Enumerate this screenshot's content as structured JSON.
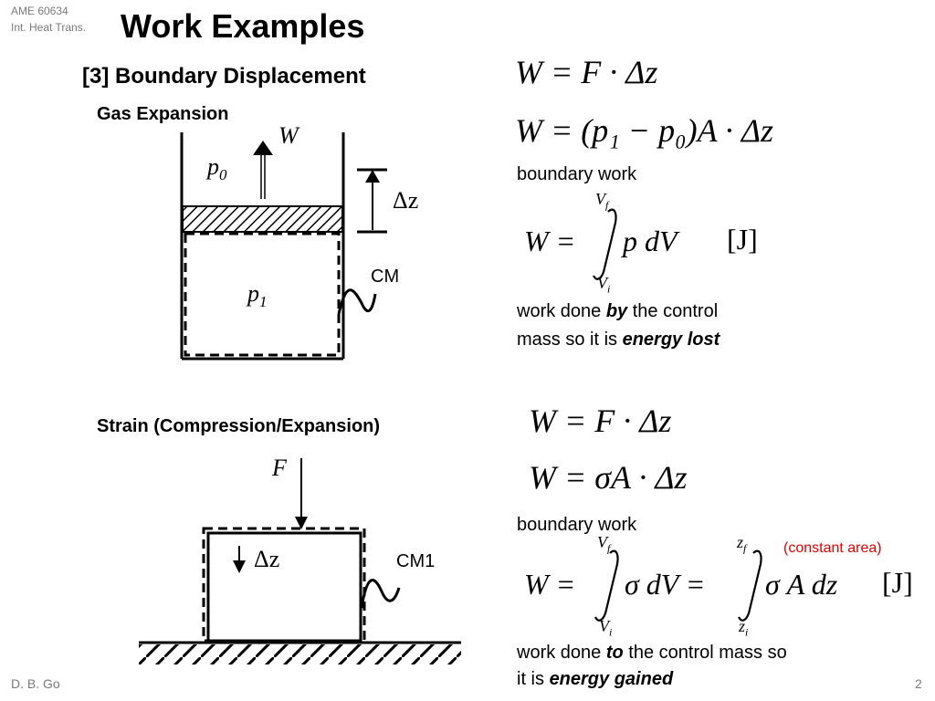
{
  "header": {
    "course_code": "AME 60634",
    "course_name": "Int. Heat Trans.",
    "title": "Work Examples"
  },
  "section": {
    "heading": "[3] Boundary Displacement"
  },
  "gas_expansion": {
    "heading": "Gas Expansion",
    "label_W": "W",
    "label_p0": "p",
    "label_p0_sub": "0",
    "label_p1": "p",
    "label_p1_sub": "1",
    "label_dz": "Δz",
    "label_cm": "CM",
    "eq1": "W = F · Δz",
    "eq2": "W = (p₁ − p₀)A · Δz",
    "boundary_work": "boundary work",
    "eq3_lhs": "W =",
    "eq3_integrand": "p dV",
    "eq3_upper": "V",
    "eq3_upper_sub": "f",
    "eq3_lower": "V",
    "eq3_lower_sub": "i",
    "units": "[J]",
    "note_1": "work done ",
    "note_by": "by",
    "note_2": " the control",
    "note_3": "mass so it is ",
    "note_energy": "energy lost"
  },
  "strain": {
    "heading": "Strain (Compression/Expansion)",
    "label_F": "F",
    "label_dz": "Δz",
    "label_cm": "CM1",
    "eq1": "W = F · Δz",
    "eq2": "W = σA · Δz",
    "boundary_work": "boundary work",
    "constant_area": "(constant area)",
    "eq3_lhs": "W =",
    "eq3_mid": "σ dV =",
    "eq3_end": "σ A dz",
    "eq3_upper1": "V",
    "eq3_upper1_sub": "f",
    "eq3_lower1": "V",
    "eq3_lower1_sub": "i",
    "eq3_upper2": "z",
    "eq3_upper2_sub": "f",
    "eq3_lower2": "z",
    "eq3_lower2_sub": "i",
    "units": "[J]",
    "note_1": "work done ",
    "note_to": "to",
    "note_2": " the control mass so",
    "note_3": "it is ",
    "note_energy": "energy gained"
  },
  "footer": {
    "author": "D. B. Go",
    "page": "2"
  }
}
